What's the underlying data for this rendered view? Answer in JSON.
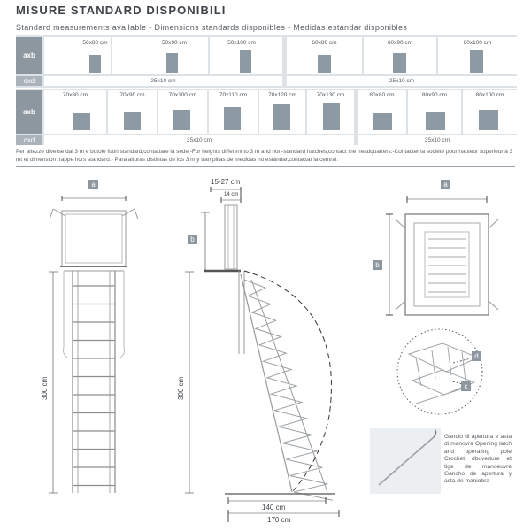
{
  "title": "MISURE STANDARD DISPONIBILI",
  "subtitle": "Standard measurements available - Dimensions standards disponibles - Medidas estándar disponibles",
  "row_labels": {
    "axb": "axb",
    "cxd": "cxd"
  },
  "table1": {
    "sizes": [
      "50x80 cm",
      "50x90 cm",
      "50x100 cm",
      "60x80 cm",
      "60x90 cm",
      "60x100 cm"
    ],
    "cxd_left": "25x10 cm",
    "cxd_right": "25x10 cm"
  },
  "table2": {
    "sizes": [
      "70x80 cm",
      "70x90 cm",
      "70x100 cm",
      "70x110 cm",
      "70x120 cm",
      "70x130 cm",
      "80x80 cm",
      "80x90 cm",
      "80x100 cm"
    ],
    "cxd_left": "35x10 cm",
    "cxd_right": "35x10 cm"
  },
  "note": "Per altezze diverse dal 3 m e botole fuori standard,contattare la sede.-For heights different to 3 m and non-standard hatches,contact the headquarters.-Contacter la société pour hauteur superieur à 3 mt et dimension trappe hors standard.- Para alturas distintas de los 3 m y trampillas de medidas no estándar,contactar la central.",
  "drawing": {
    "front": {
      "label_a": "a",
      "height": "300 cm"
    },
    "side": {
      "top_width": "15-27 cm",
      "inner_width": "14 cm",
      "label_b": "b",
      "height": "300 cm",
      "depth1": "140 cm",
      "depth2": "170 cm"
    },
    "top_view": {
      "label_a": "a",
      "label_b": "b"
    },
    "detail": {
      "label_d": "d",
      "label_c": "c"
    },
    "caption": "Gancio di apertura e asta di manovra Opening latch and operating pole Crochet dbuverture et tige de manoeuvre Gancho de apertura y asta de maniobra"
  }
}
